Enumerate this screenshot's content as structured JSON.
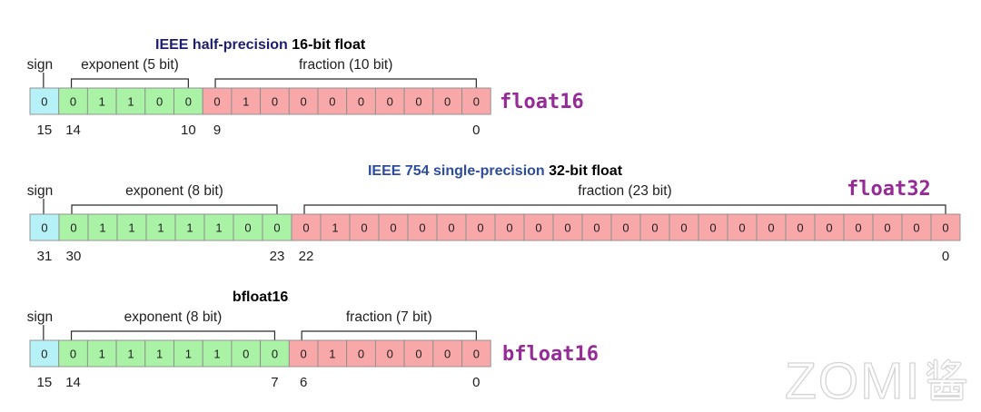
{
  "colors": {
    "sign": "#b5f1f7",
    "exponent": "#a9f2a6",
    "fraction": "#f8a8a8",
    "cell_border": "#8c8c8c",
    "format_name": "#962a96",
    "watermark": "#d4d4d4"
  },
  "formats": [
    {
      "name": "float16",
      "title": [
        {
          "text": "IEEE half-precision",
          "color": "#1d1d6f"
        },
        {
          "text": "16-bit float",
          "color": "#000000"
        }
      ],
      "sign_label": "sign",
      "exponent_label": "exponent (5 bit)",
      "fraction_label": "fraction (10 bit)",
      "bits": {
        "sign": [
          0
        ],
        "exponent": [
          0,
          1,
          1,
          0,
          0
        ],
        "fraction": [
          0,
          1,
          0,
          0,
          0,
          0,
          0,
          0,
          0,
          0
        ]
      },
      "bit_indices": [
        15,
        14,
        10,
        9,
        0
      ]
    },
    {
      "name": "float32",
      "title": [
        {
          "text": "IEEE 754 single-precision",
          "color": "#2c4d9e"
        },
        {
          "text": "32-bit float",
          "color": "#000000"
        }
      ],
      "sign_label": "sign",
      "exponent_label": "exponent (8 bit)",
      "fraction_label": "fraction (23 bit)",
      "bits": {
        "sign": [
          0
        ],
        "exponent": [
          0,
          1,
          1,
          1,
          1,
          1,
          0,
          0
        ],
        "fraction": [
          0,
          1,
          0,
          0,
          0,
          0,
          0,
          0,
          0,
          0,
          0,
          0,
          0,
          0,
          0,
          0,
          0,
          0,
          0,
          0,
          0,
          0,
          0
        ]
      },
      "bit_indices": [
        31,
        30,
        23,
        22,
        0
      ]
    },
    {
      "name": "bfloat16",
      "title": [
        {
          "text": "bfloat16",
          "color": "#000000"
        }
      ],
      "sign_label": "sign",
      "exponent_label": "exponent (8 bit)",
      "fraction_label": "fraction (7 bit)",
      "bits": {
        "sign": [
          0
        ],
        "exponent": [
          0,
          1,
          1,
          1,
          1,
          1,
          0,
          0
        ],
        "fraction": [
          0,
          1,
          0,
          0,
          0,
          0,
          0
        ]
      },
      "bit_indices": [
        15,
        14,
        7,
        6,
        0
      ]
    }
  ],
  "watermark": {
    "text": "ZOMI",
    "glyph": "酱"
  }
}
